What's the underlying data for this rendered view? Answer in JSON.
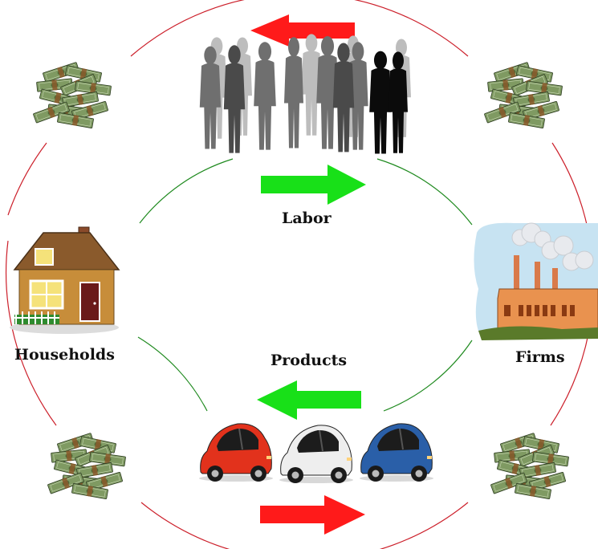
{
  "labels": {
    "labor": "Labor",
    "products": "Products",
    "households": "Households",
    "firms": "Firms"
  },
  "colors": {
    "money_flow": "#cc1f2a",
    "real_flow": "#1f8a1f",
    "arrow_red": "#ff1a1a",
    "arrow_green": "#18e018"
  },
  "icons": {
    "house": "house-icon",
    "factory": "factory-icon",
    "people": "people-silhouette-icon",
    "cars": "car-icon",
    "money": "money-stack-icon"
  }
}
